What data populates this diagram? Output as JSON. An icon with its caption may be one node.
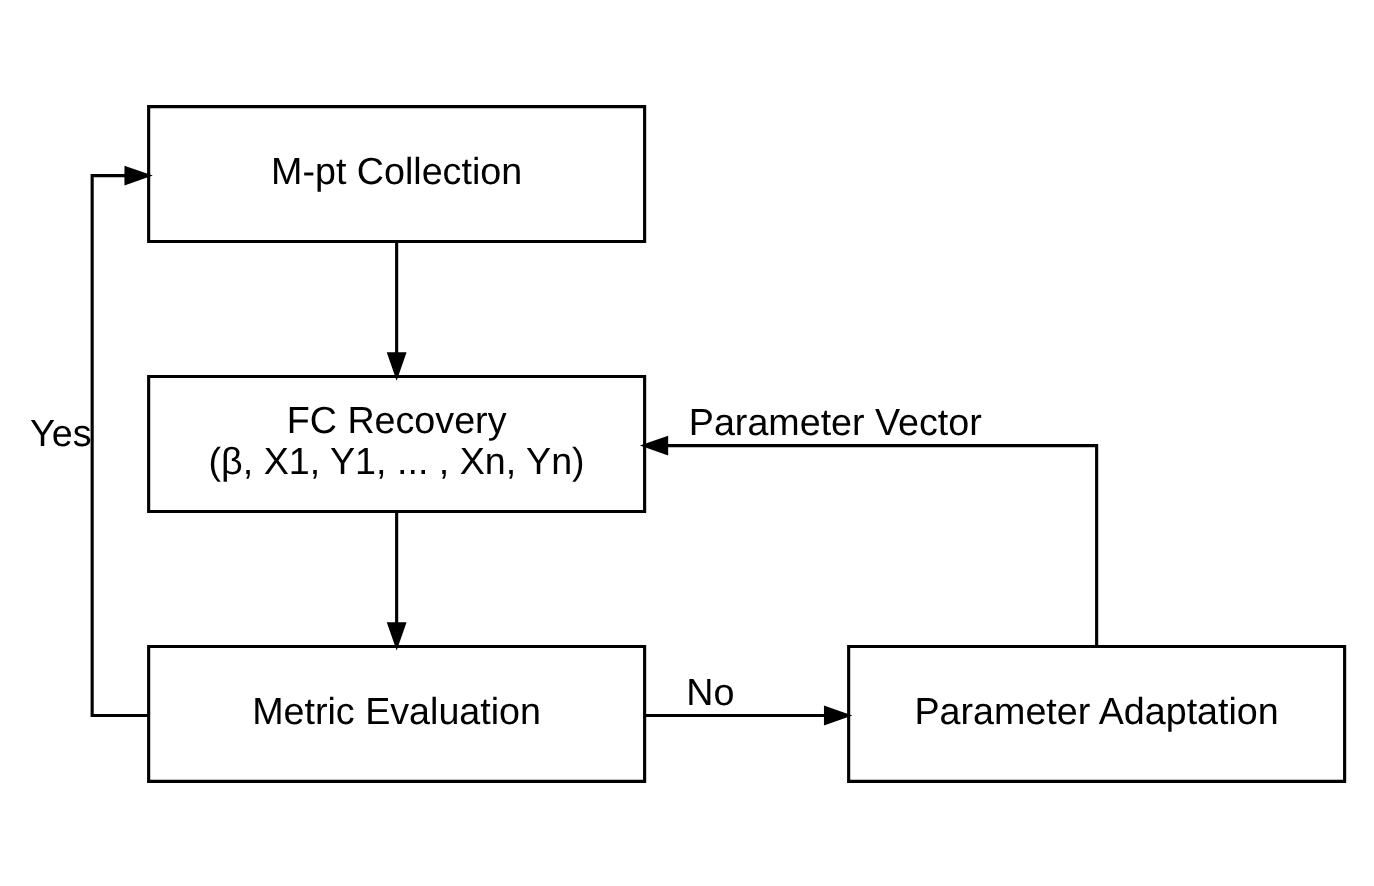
{
  "diagram": {
    "nodes": [
      {
        "text": [
          "M-pt Collection"
        ]
      },
      {
        "text": [
          "FC Recovery",
          "(β, X1, Y1, ... , Xn, Yn)"
        ]
      },
      {
        "text": [
          "Metric Evaluation"
        ]
      },
      {
        "text": [
          "Parameter Adaptation"
        ]
      }
    ],
    "edges": [
      {
        "from": 0,
        "to": 1,
        "arrow": "to"
      },
      {
        "from": 1,
        "to": 2,
        "arrow": "to"
      },
      {
        "from": 2,
        "to": 3,
        "arrow": "to",
        "label": "No"
      },
      {
        "from": 3,
        "to": 1,
        "arrow": "to",
        "label": "Parameter Vector"
      },
      {
        "from": 2,
        "to": 0,
        "arrow": "to",
        "label": "Yes"
      }
    ]
  }
}
